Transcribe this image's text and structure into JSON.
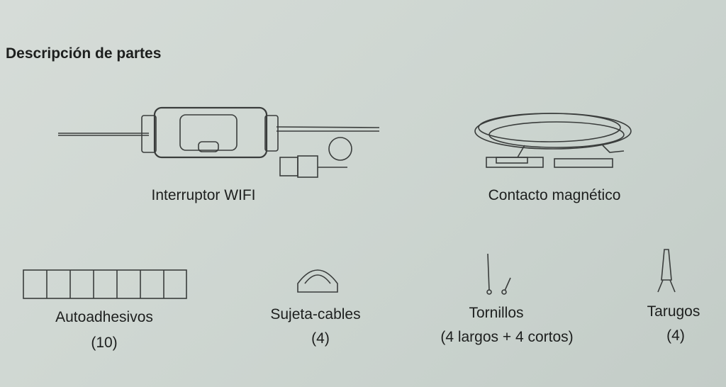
{
  "title": "Descripción de partes",
  "parts": [
    {
      "name": "Interruptor WIFI"
    },
    {
      "name": "Contacto magnético"
    },
    {
      "name": "Autoadhesivos",
      "qty": "(10)"
    },
    {
      "name": "Sujeta-cables",
      "qty": "(4)"
    },
    {
      "name": "Tornillos",
      "qty": "(4 largos + 4 cortos)"
    },
    {
      "name": "Tarugos",
      "qty": "(4)"
    }
  ]
}
